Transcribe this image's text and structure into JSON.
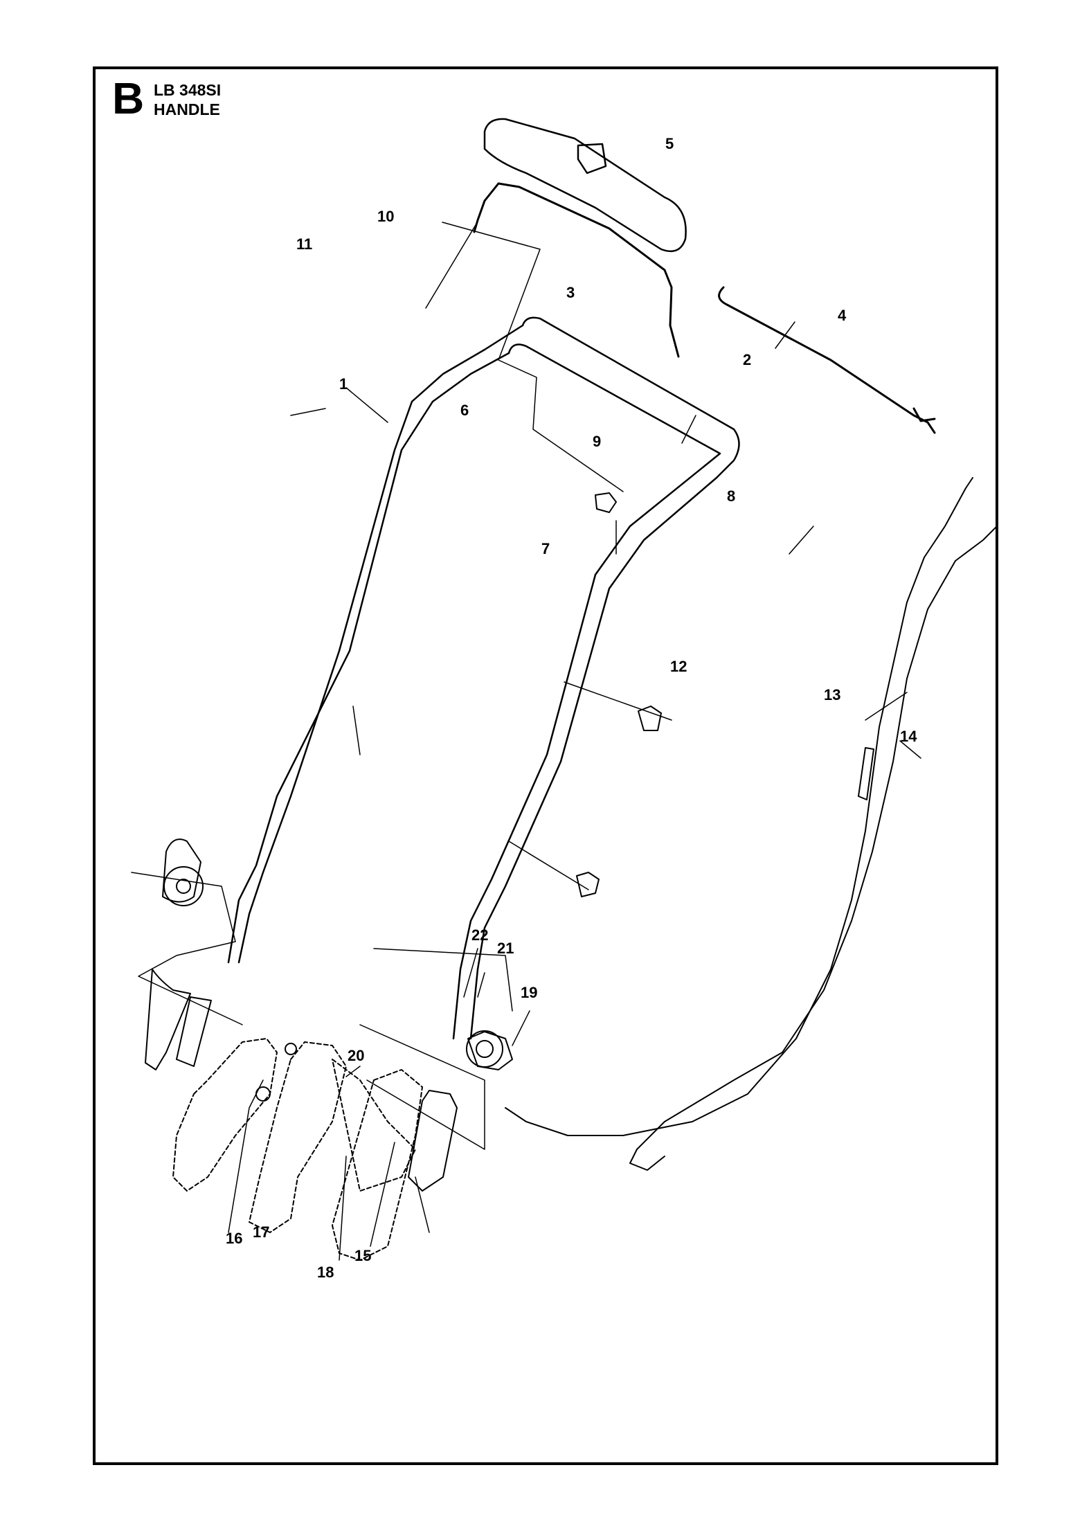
{
  "header": {
    "section_letter": "B",
    "model": "LB 348SI",
    "assembly": "HANDLE"
  },
  "callouts": [
    "1",
    "2",
    "3",
    "4",
    "5",
    "6",
    "7",
    "8",
    "9",
    "10",
    "11",
    "12",
    "13",
    "14",
    "15",
    "16",
    "17",
    "18",
    "19",
    "20",
    "21",
    "22"
  ],
  "colors": {
    "line": "#000000",
    "background": "#ffffff"
  }
}
